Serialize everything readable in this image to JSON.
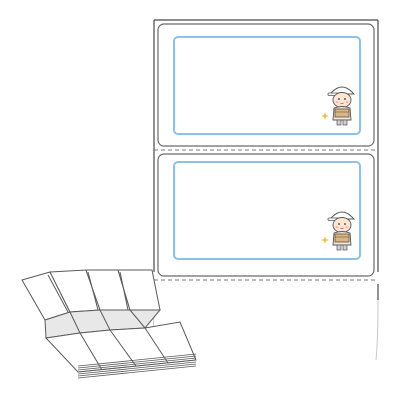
{
  "product": {
    "label_count_shown": 2,
    "colors": {
      "sheet_stroke": "#4a4a4a",
      "label_frame": "#6a6a6a",
      "inner_border": "#8fc0e6",
      "perforation": "#7a7a7a",
      "stack_fill": "#e8e8e8",
      "stack_edge": "#5a5a5a"
    }
  },
  "labels": [
    {
      "id": "label-1",
      "illustration": "delivery-worker-carrying-box-icon",
      "sparkle": "sparkle-icon"
    },
    {
      "id": "label-2",
      "illustration": "delivery-worker-carrying-box-icon",
      "sparkle": "sparkle-icon"
    }
  ],
  "fanfold_stack": {
    "icon": "fanfold-label-stack-icon",
    "columns": 4
  }
}
